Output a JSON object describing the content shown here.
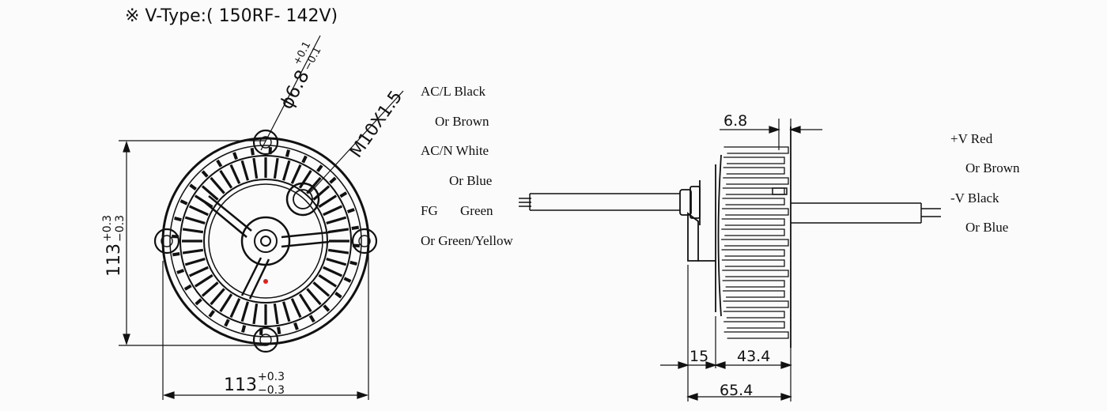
{
  "title": "※  V-Type:( 150RF- 142V)",
  "front_view": {
    "hole_dim": {
      "base": "ϕ6.8",
      "tol_plus": "+0.1",
      "tol_minus": "−0.1"
    },
    "thread_label": "M10X1.5",
    "height_dim": {
      "base": "113",
      "tol_plus": "+0.3",
      "tol_minus": "−0.3"
    },
    "width_dim": {
      "base": "113",
      "tol_plus": "+0.3",
      "tol_minus": "−0.3"
    }
  },
  "ac_wires": [
    "AC/L Black",
    "Or Brown",
    "AC/N White",
    "Or Blue",
    "FG",
    "Green",
    "Or Green/Yellow"
  ],
  "side_view": {
    "dim_top": "6.8",
    "dim_left": "15",
    "dim_right": "43.4",
    "dim_total": "65.4"
  },
  "dc_wires": [
    "+V Red",
    "Or Brown",
    "-V Black",
    "Or Blue"
  ],
  "colors": {
    "line": "#111111",
    "background": "#fbfbfb",
    "marker": "#e02020"
  }
}
